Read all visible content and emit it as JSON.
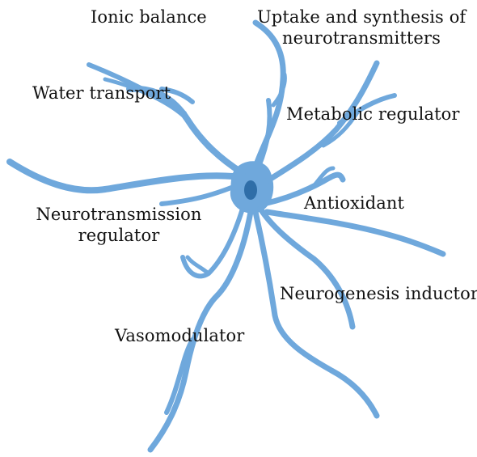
{
  "diagram": {
    "cell": {
      "body_color": "#6fa8dc",
      "nucleus_color": "#2f6ea8"
    },
    "labels": {
      "ionic_balance": "Ionic balance",
      "uptake_line1": "Uptake and synthesis of",
      "uptake_line2": "neurotransmitters",
      "water_transport": "Water transport",
      "metabolic_regulator": "Metabolic regulator",
      "antioxidant": "Antioxidant",
      "neurotransmission_line1": "Neurotransmission",
      "neurotransmission_line2": "regulator",
      "neurogenesis_inductor": "Neurogenesis inductor",
      "vasomodulator": "Vasomodulator"
    }
  }
}
